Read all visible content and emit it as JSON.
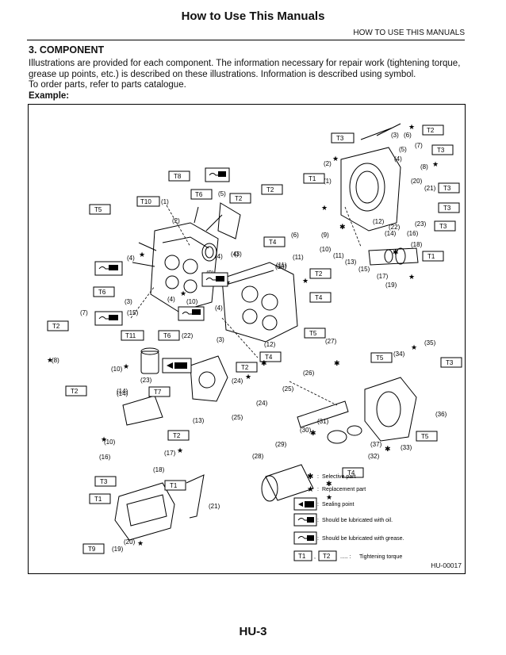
{
  "header": {
    "title": "How to Use This Manuals",
    "running_head": "HOW TO USE THIS MANUALS"
  },
  "section": {
    "heading": "3. COMPONENT",
    "intro_lines": [
      "Illustrations are provided for each component. The information necessary for repair work (tightening torque,",
      "grease up points, etc.) is described on these illustrations. Information is described using symbol.",
      "To order parts, refer to parts catalogue."
    ],
    "example_label": "Example:"
  },
  "figure": {
    "id": "HU-00017",
    "torque_labels": [
      "T1",
      "T2",
      "T3",
      "T4",
      "T5",
      "T6",
      "T7",
      "T8",
      "T9",
      "T10",
      "T11"
    ],
    "legend": {
      "selective": "Selective part",
      "replacement": "Replacement part",
      "sealing": "Sealing point",
      "oil": "Should be lubricated with oil.",
      "grease": "Should be lubricated with grease.",
      "torque": "Tightening torque",
      "sep": ",",
      "dots": "..... :",
      "colon": ":"
    },
    "part_numbers": [
      "(1)",
      "(2)",
      "(3)",
      "(4)",
      "(5)",
      "(6)",
      "(7)",
      "(8)",
      "(9)",
      "(10)",
      "(11)",
      "(12)",
      "(13)",
      "(14)",
      "(15)",
      "(16)",
      "(17)",
      "(18)",
      "(19)",
      "(20)",
      "(21)",
      "(22)",
      "(23)",
      "(24)",
      "(25)",
      "(26)",
      "(27)",
      "(28)",
      "(29)",
      "(30)",
      "(31)",
      "(32)",
      "(33)",
      "(34)",
      "(35)",
      "(36)",
      "(37)"
    ]
  },
  "footer": {
    "page_number": "HU-3"
  }
}
